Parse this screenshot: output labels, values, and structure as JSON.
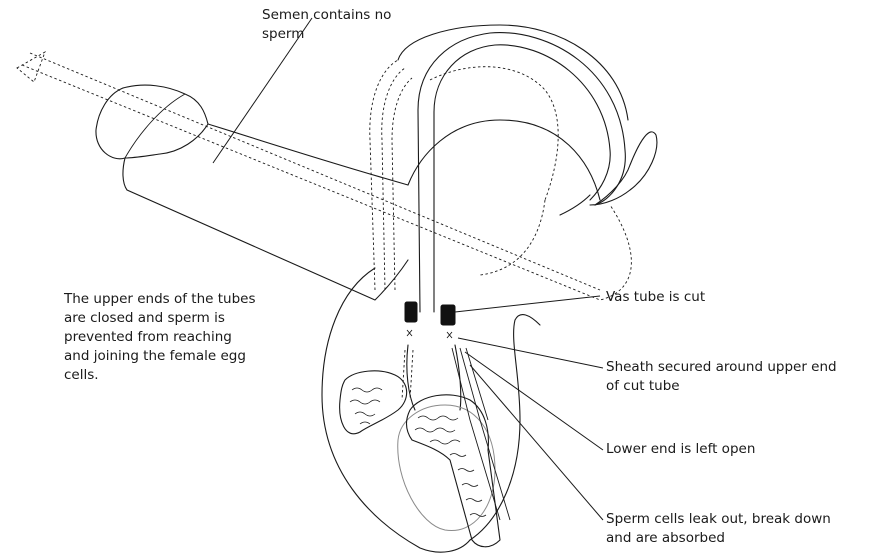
{
  "labels": {
    "semen": "Semen contains no\nsperm",
    "upper_ends": "The upper ends of the tubes\nare closed and sperm is\nprevented from reaching\nand joining the female egg\ncells.",
    "vas_cut": "Vas tube is cut",
    "sheath": "Sheath secured around upper end\nof cut tube",
    "lower_end": "Lower end is left open",
    "sperm_leak": "Sperm cells leak out, break down\nand are absorbed"
  },
  "colors": {
    "line": "#1a1a1a",
    "testis_outline": "#8a8a8a",
    "plug": "#111111",
    "background": "#ffffff"
  }
}
